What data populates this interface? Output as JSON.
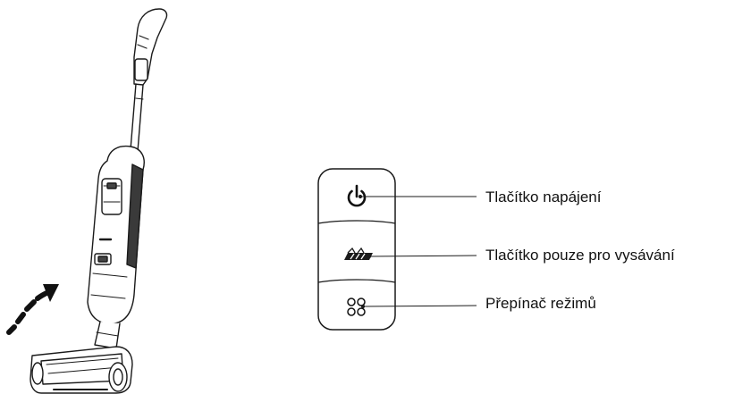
{
  "callouts": {
    "power_button": "Tlačítko napájení",
    "vacuum_only_button": "Tlačítko pouze pro vysávání",
    "mode_switch": "Přepínač režimů"
  },
  "icons": {
    "power": "power-icon",
    "vacuum_only": "vacuum-only-icon",
    "mode": "mode-switch-icon",
    "tilt_arrow": "curved-arrow-icon"
  },
  "colors": {
    "line": "#1a1a1a",
    "text": "#111111",
    "background": "#ffffff"
  }
}
